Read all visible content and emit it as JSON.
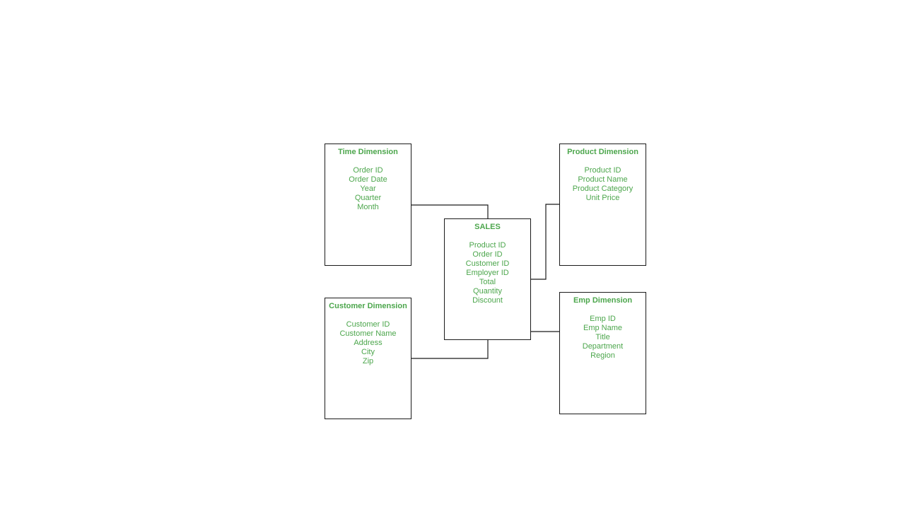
{
  "colors": {
    "text": "#4ca64c",
    "border": "#1a1a1a",
    "background": "#ffffff"
  },
  "entities": [
    {
      "key": "time",
      "title": "Time Dimension",
      "fields": [
        "Order ID",
        "Order Date",
        "Year",
        "Quarter",
        "Month"
      ]
    },
    {
      "key": "product",
      "title": "Product Dimension",
      "fields": [
        "Product ID",
        "Product Name",
        "Product Category",
        "Unit Price"
      ]
    },
    {
      "key": "sales",
      "title": "SALES",
      "fields": [
        "Product ID",
        "Order ID",
        "Customer ID",
        "Employer ID",
        "Total",
        "Quantity",
        "Discount"
      ]
    },
    {
      "key": "customer",
      "title": "Customer Dimension",
      "fields": [
        "Customer ID",
        "Customer Name",
        "Address",
        "City",
        "Zip"
      ]
    },
    {
      "key": "emp",
      "title": "Emp Dimension",
      "fields": [
        "Emp ID",
        "Emp Name",
        "Title",
        "Department",
        "Region"
      ]
    }
  ],
  "connections": [
    {
      "from": "time",
      "to": "sales"
    },
    {
      "from": "product",
      "to": "sales"
    },
    {
      "from": "customer",
      "to": "sales"
    },
    {
      "from": "emp",
      "to": "sales"
    }
  ]
}
